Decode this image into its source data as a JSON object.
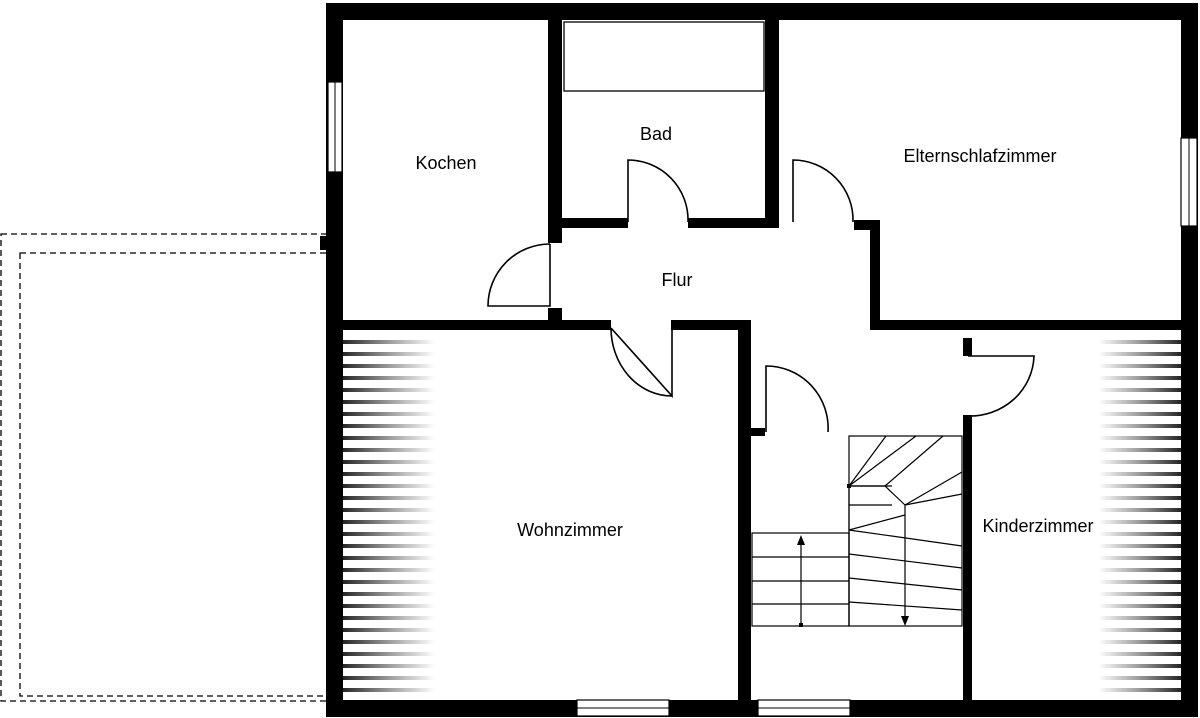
{
  "floor_plan": {
    "rooms": {
      "kitchen": "Kochen",
      "bath": "Bad",
      "master_bedroom": "Elternschlafzimmer",
      "hallway": "Flur",
      "living_room": "Wohnzimmer",
      "kids_room": "Kinderzimmer"
    }
  }
}
